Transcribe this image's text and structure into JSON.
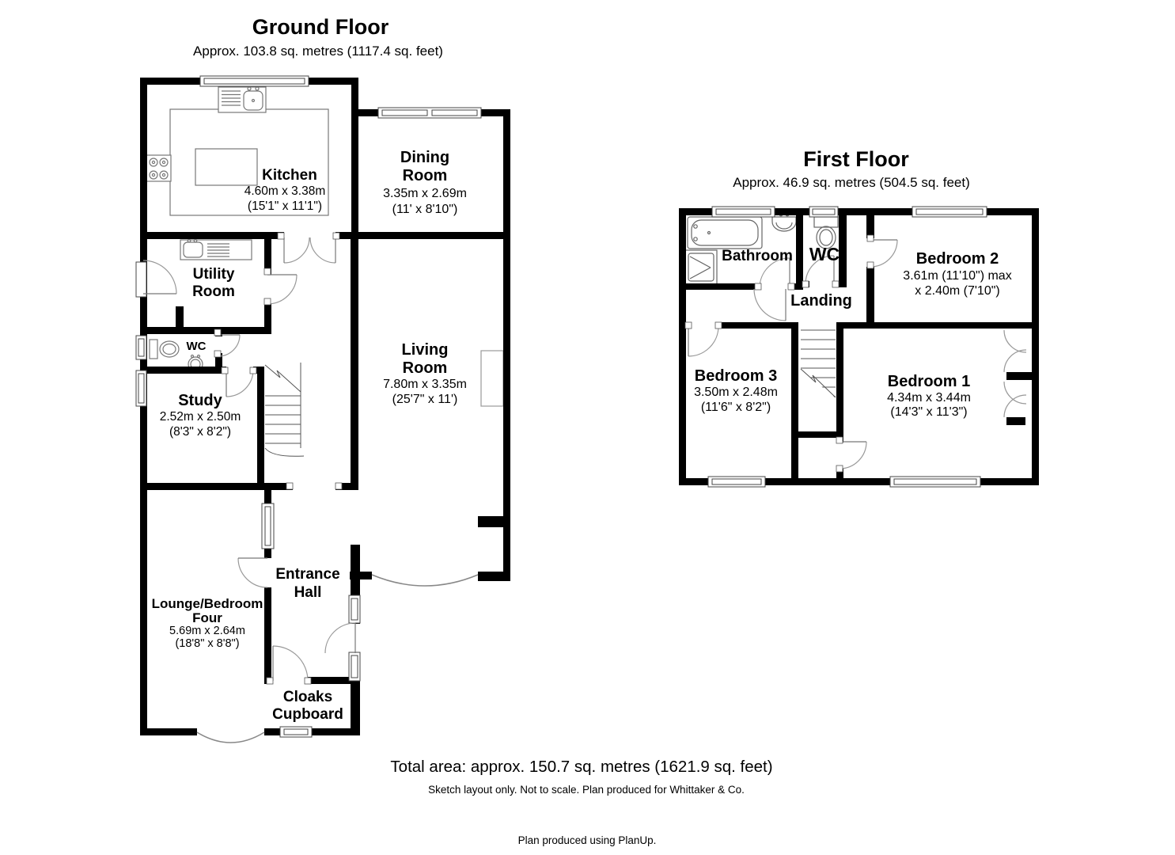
{
  "ground_floor": {
    "title": "Ground Floor",
    "subtitle": "Approx. 103.8 sq. metres (1117.4 sq. feet)",
    "rooms": {
      "kitchen": {
        "name": "Kitchen",
        "metric": "4.60m x 3.38m",
        "imperial": "(15'1\" x 11'1\")"
      },
      "dining": {
        "name1": "Dining",
        "name2": "Room",
        "metric": "3.35m x 2.69m",
        "imperial": "(11' x 8'10\")"
      },
      "utility": {
        "name1": "Utility",
        "name2": "Room"
      },
      "wc": {
        "name": "WC"
      },
      "study": {
        "name": "Study",
        "metric": "2.52m x 2.50m",
        "imperial": "(8'3\" x 8'2\")"
      },
      "living": {
        "name1": "Living",
        "name2": "Room",
        "metric": "7.80m x 3.35m",
        "imperial": "(25'7\" x 11')"
      },
      "lounge": {
        "name1": "Lounge/Bedroom",
        "name2": "Four",
        "metric": "5.69m x 2.64m",
        "imperial": "(18'8\" x 8'8\")"
      },
      "entrance": {
        "name1": "Entrance",
        "name2": "Hall"
      },
      "cloaks": {
        "name1": "Cloaks",
        "name2": "Cupboard"
      }
    }
  },
  "first_floor": {
    "title": "First Floor",
    "subtitle": "Approx. 46.9 sq. metres (504.5 sq. feet)",
    "rooms": {
      "bathroom": {
        "name": "Bathroom"
      },
      "wc": {
        "name": "WC"
      },
      "bedroom2": {
        "name": "Bedroom 2",
        "metric": "3.61m (11'10\") max",
        "imperial": "x 2.40m (7'10\")"
      },
      "landing": {
        "name": "Landing"
      },
      "bedroom3": {
        "name": "Bedroom 3",
        "metric": "3.50m x 2.48m",
        "imperial": "(11'6\" x 8'2\")"
      },
      "bedroom1": {
        "name": "Bedroom 1",
        "metric": "4.34m x 3.44m",
        "imperial": "(14'3\" x 11'3\")"
      }
    }
  },
  "footer": {
    "total": "Total area: approx. 150.7 sq. metres (1621.9 sq. feet)",
    "disclaimer": "Sketch layout only. Not to scale. Plan produced for Whittaker & Co.",
    "credit": "Plan produced using PlanUp."
  },
  "colors": {
    "wall": "#000000",
    "arc": "#999999",
    "fixture": "#666666"
  }
}
